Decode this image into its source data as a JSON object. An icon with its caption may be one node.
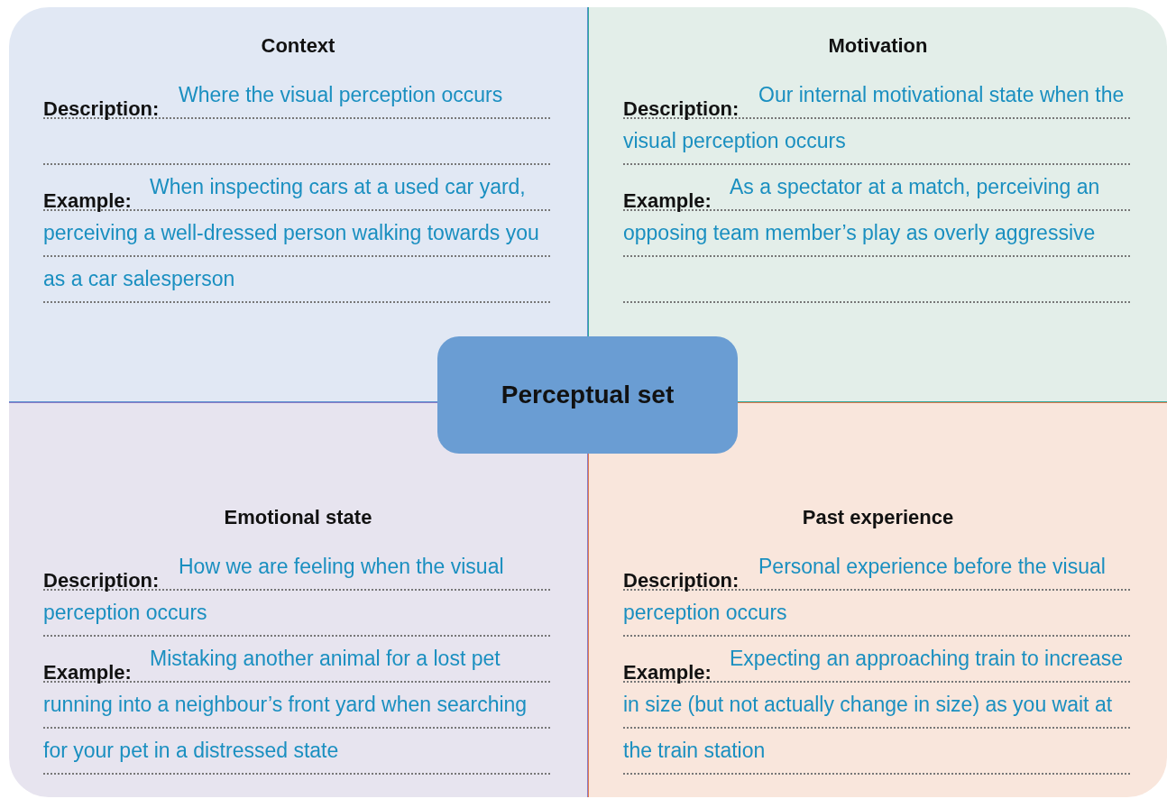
{
  "diagram": {
    "nodes": [
      {
        "text": [
          "Context",
          "Description:",
          "Where the visual perception occurs",
          "Example:",
          "When inspecting cars at a used car yard, perceiving a well-dressed person walking towards you as a car salesperson"
        ]
      },
      {
        "text": [
          "Motivation",
          "Description:",
          "Our internal motivational state when the visual perception occurs",
          "Example:",
          "As a spectator at a match, perceiving an opposing team member’s play as overly aggressive"
        ]
      },
      {
        "text": [
          "Perceptual set"
        ]
      },
      {
        "text": [
          "Emotional state",
          "Description:",
          "How we are feeling when the visual perception occurs",
          "Example:",
          "Mistaking another animal for a lost pet running into a neighbour’s front yard when searching for your pet in a distressed state"
        ]
      },
      {
        "text": [
          "Past experience",
          "Description:",
          "Personal experience before the visual perception occurs",
          "Example:",
          "Expecting an approaching train to increase in size (but not actually change in size) as you wait at the train station"
        ]
      }
    ],
    "edges": []
  }
}
